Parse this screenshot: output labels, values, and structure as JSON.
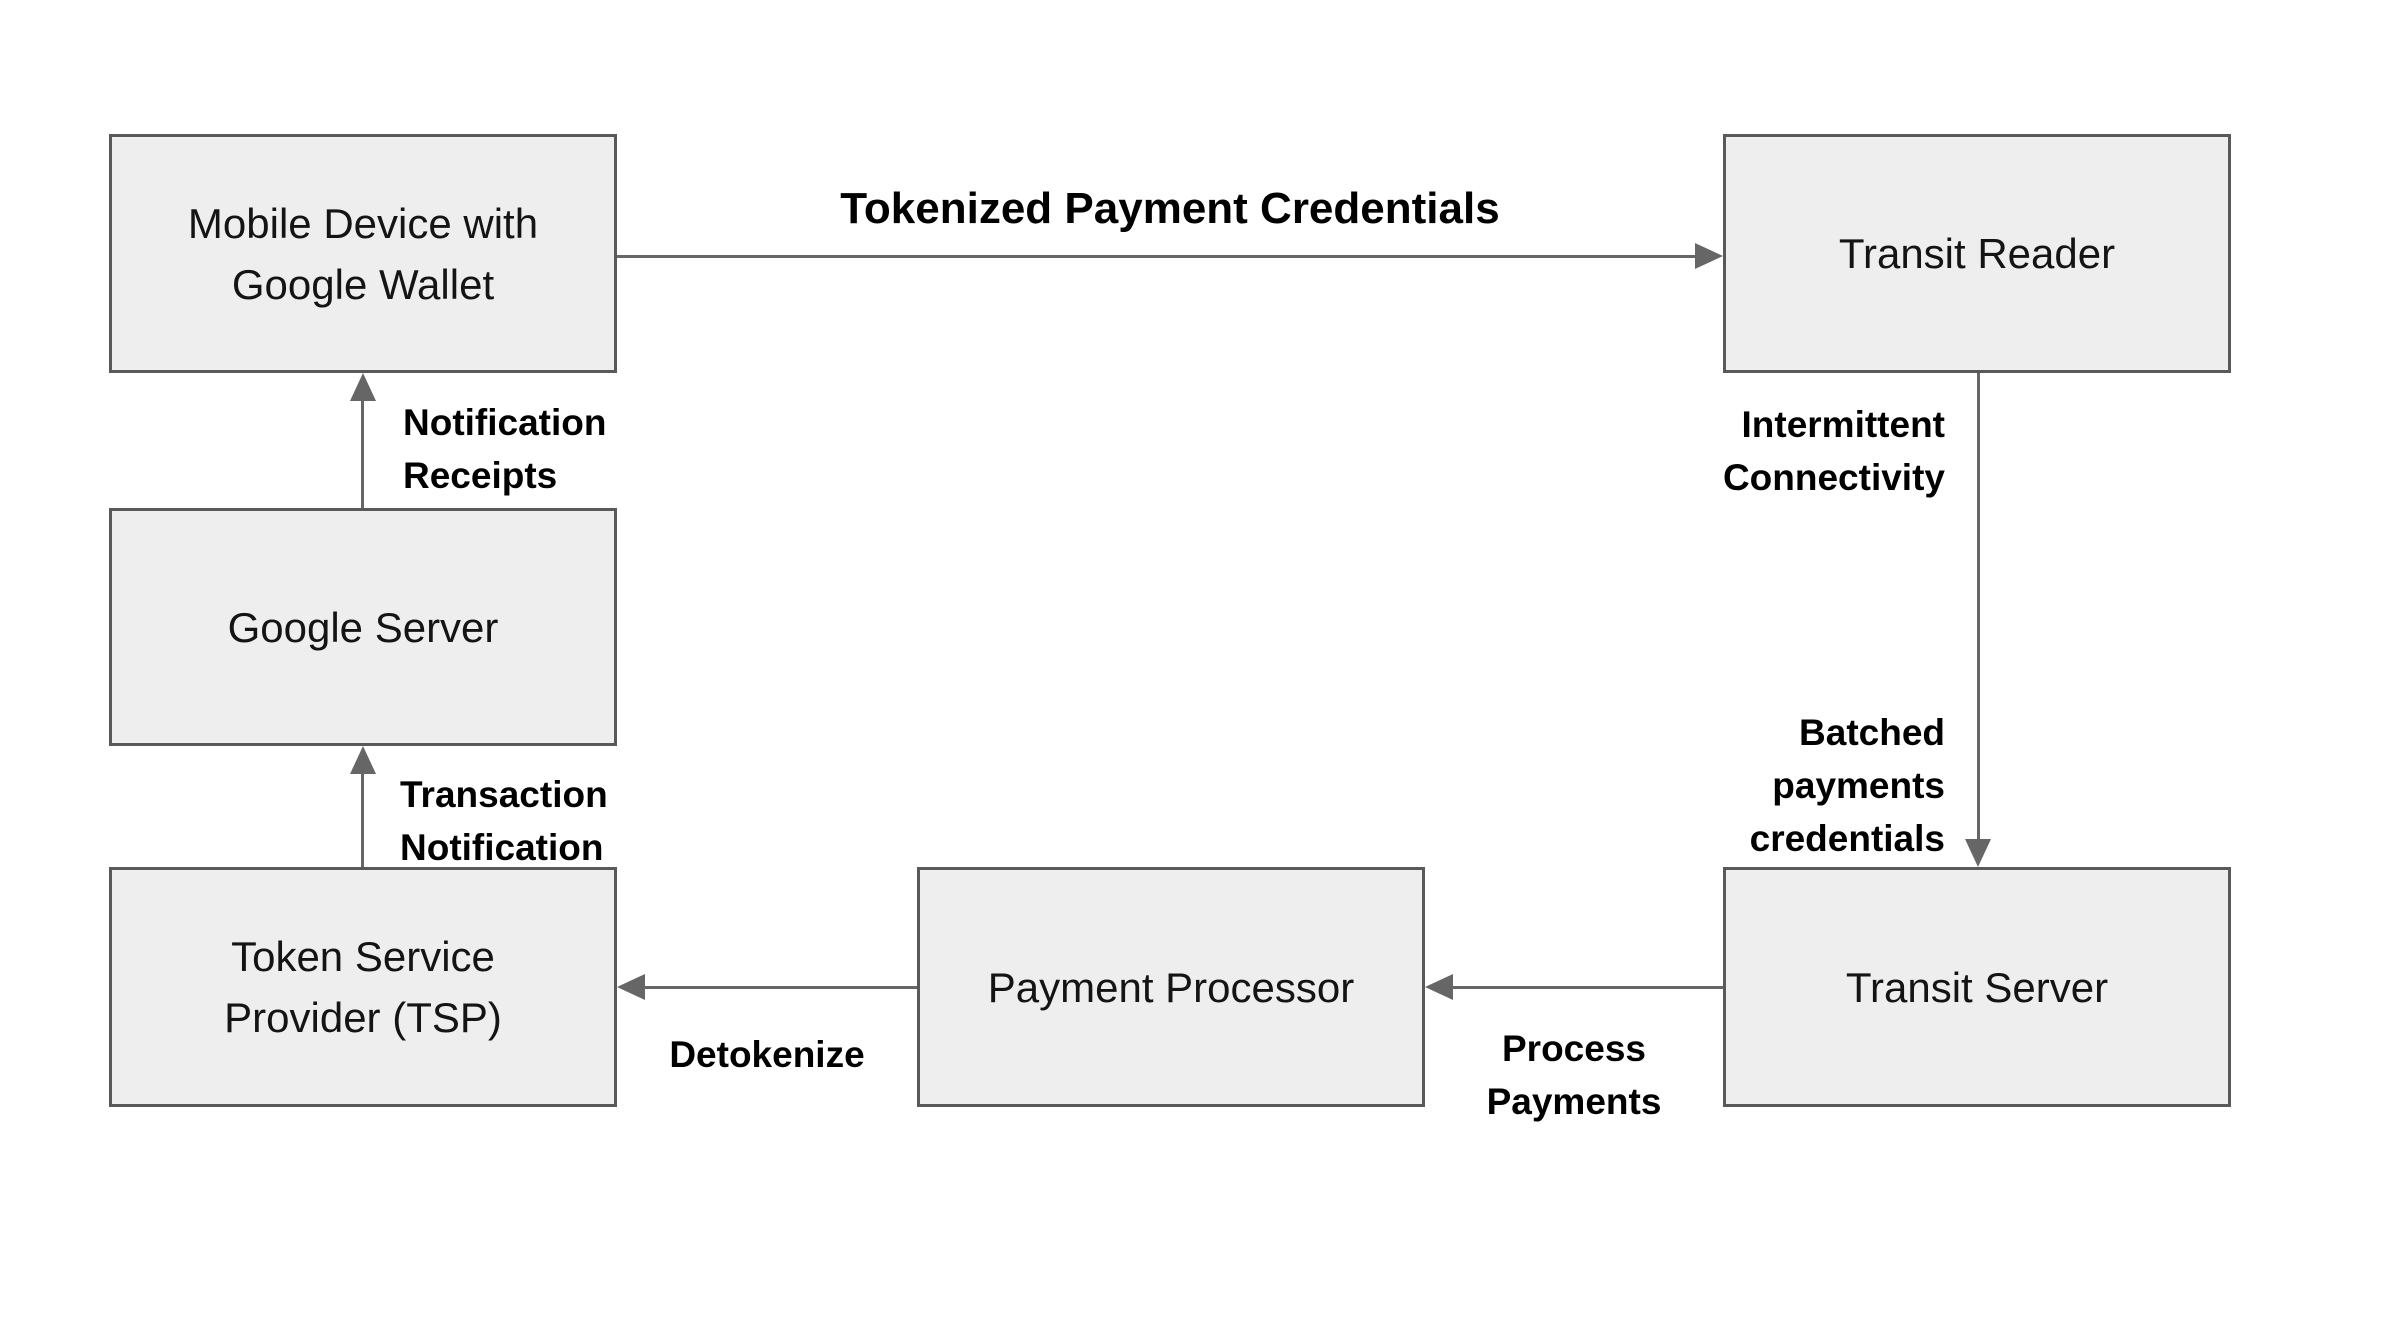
{
  "colors": {
    "box_fill": "#eeeeee",
    "box_border": "#595959",
    "arrow": "#666666",
    "label_text": "#000000"
  },
  "nodes": {
    "mobile": {
      "line1": "Mobile Device with",
      "line2": "Google Wallet"
    },
    "transit_reader": {
      "line1": "Transit Reader"
    },
    "google_server": {
      "line1": "Google Server"
    },
    "tsp": {
      "line1": "Token Service",
      "line2": "Provider (TSP)"
    },
    "payment_processor": {
      "line1": "Payment Processor"
    },
    "transit_server": {
      "line1": "Transit Server"
    }
  },
  "edges": {
    "tokenized": {
      "line1": "Tokenized Payment Credentials"
    },
    "notification_receipts": {
      "line1": "Notification",
      "line2": "Receipts"
    },
    "transaction_notification": {
      "line1": "Transaction",
      "line2": "Notification"
    },
    "intermittent_connectivity": {
      "line1": "Intermittent",
      "line2": "Connectivity"
    },
    "batched_payments": {
      "line1": "Batched",
      "line2": "payments",
      "line3": "credentials"
    },
    "detokenize": {
      "line1": "Detokenize"
    },
    "process_payments": {
      "line1": "Process",
      "line2": "Payments"
    }
  }
}
